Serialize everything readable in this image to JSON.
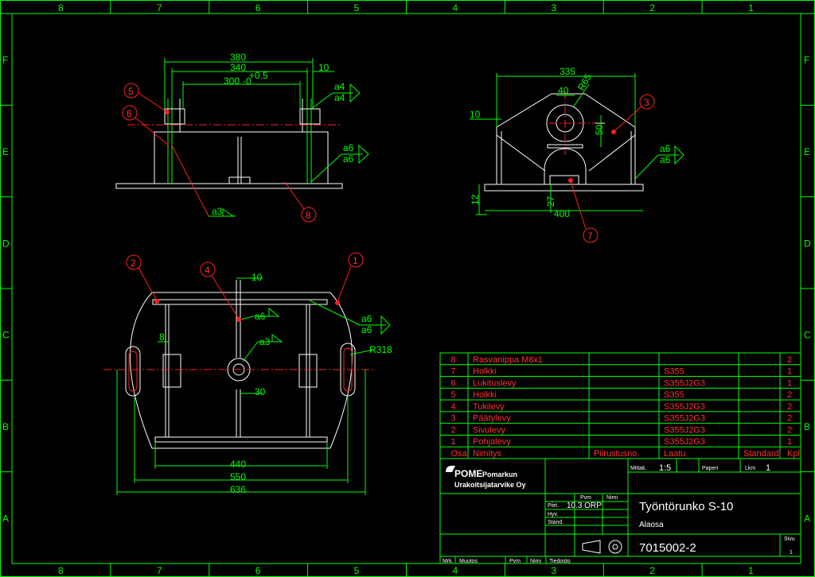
{
  "frame": {
    "columns": [
      "8",
      "7",
      "6",
      "5",
      "4",
      "3",
      "2",
      "1"
    ],
    "rows": [
      "F",
      "E",
      "D",
      "C",
      "B",
      "A"
    ]
  },
  "views": {
    "front": {
      "dims": [
        "380",
        "340",
        "300",
        "-0",
        "+0.5",
        "10"
      ],
      "weld_labels": [
        "a4",
        "a4",
        "a6",
        "a6",
        "a3"
      ],
      "balloons": [
        "5",
        "6",
        "8"
      ]
    },
    "side": {
      "dims": [
        "335",
        "40",
        "R65",
        "10",
        "50",
        "12",
        "27",
        "400"
      ],
      "weld_labels": [
        "a6",
        "a6"
      ],
      "balloons": [
        "3",
        "7"
      ]
    },
    "top": {
      "dims": [
        "10",
        "8",
        "30",
        "R318",
        "440",
        "550",
        "636"
      ],
      "weld_labels": [
        "a6",
        "a3",
        "a6",
        "a6"
      ],
      "balloons": [
        "2",
        "4",
        "1"
      ]
    }
  },
  "parts_list": {
    "rows": [
      {
        "no": "8",
        "name": "Rasvanippa M8x1",
        "drawing_no": "",
        "material": "",
        "standard": "",
        "qty": "2"
      },
      {
        "no": "7",
        "name": "Holkki",
        "drawing_no": "",
        "material": "S355",
        "standard": "",
        "qty": "1"
      },
      {
        "no": "6",
        "name": "Lukituslevy",
        "drawing_no": "",
        "material": "S355J2G3",
        "standard": "",
        "qty": "1"
      },
      {
        "no": "5",
        "name": "Holkki",
        "drawing_no": "",
        "material": "S355",
        "standard": "",
        "qty": "2"
      },
      {
        "no": "4",
        "name": "Tukilevy",
        "drawing_no": "",
        "material": "S355J2G3",
        "standard": "",
        "qty": "2"
      },
      {
        "no": "3",
        "name": "Päätylevy",
        "drawing_no": "",
        "material": "S355J2G3",
        "standard": "",
        "qty": "2"
      },
      {
        "no": "2",
        "name": "Sivulevy",
        "drawing_no": "",
        "material": "S355J2G3",
        "standard": "",
        "qty": "2"
      },
      {
        "no": "1",
        "name": "Pohjalevy",
        "drawing_no": "",
        "material": "S355J2G3",
        "standard": "",
        "qty": "1"
      }
    ],
    "header": {
      "no": "Osa",
      "name": "Nimitys",
      "drawing_no": "Piirustusno.",
      "material": "Laatu",
      "standard": "Standardi",
      "qty": "Kpl"
    }
  },
  "title_block": {
    "company_name": "POME",
    "company_suffix": "Pomarkun",
    "company_line2": "Urakoitsijatarvike Oy",
    "scale_label": "Mittak.",
    "scale": "1:5",
    "position_label": "Paperi",
    "sheets_label": "Lkm",
    "sheets": "1",
    "date_label": "Pvm",
    "name_label": "Nimi",
    "drawn_label": "Piirt.",
    "drawn_value": "10.3 ORP",
    "checked_label": "Hyv.",
    "standard_label": "Stand.",
    "title": "Työntörunko S-10",
    "subtitle": "Alaosa",
    "drawing_number": "7015002-2",
    "sheet_label": "Sivu",
    "sheet_value": "1",
    "revision_headers": [
      "Mrk.",
      "Muutos",
      "Pvm",
      "Nimi",
      "Tiedosto"
    ]
  }
}
